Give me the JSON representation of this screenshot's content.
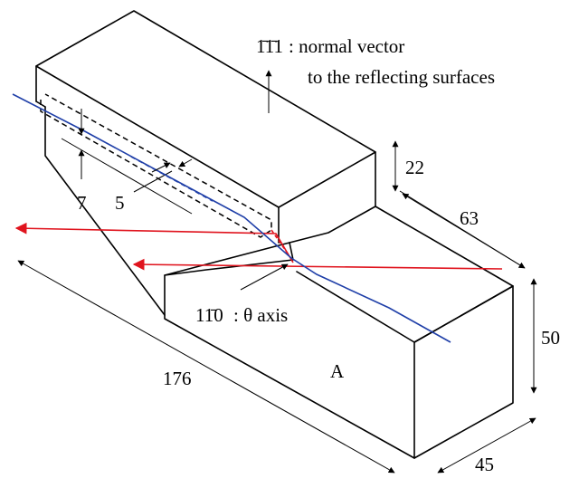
{
  "labels": {
    "normal_vector_miller": "1̄1̄1",
    "normal_vector_text_line1": ": normal vector",
    "normal_vector_text_line2": "to the reflecting surfaces",
    "theta_axis_miller": "11̄0",
    "theta_axis_text": ": θ axis",
    "dim_22": "22",
    "dim_63": "63",
    "dim_50": "50",
    "dim_45": "45",
    "dim_176": "176",
    "dim_7": "7",
    "dim_5": "5",
    "block_label": "A"
  },
  "colors": {
    "outline": "#000000",
    "beam_red": "#e0141e",
    "beam_blue": "#1f3fa8"
  }
}
